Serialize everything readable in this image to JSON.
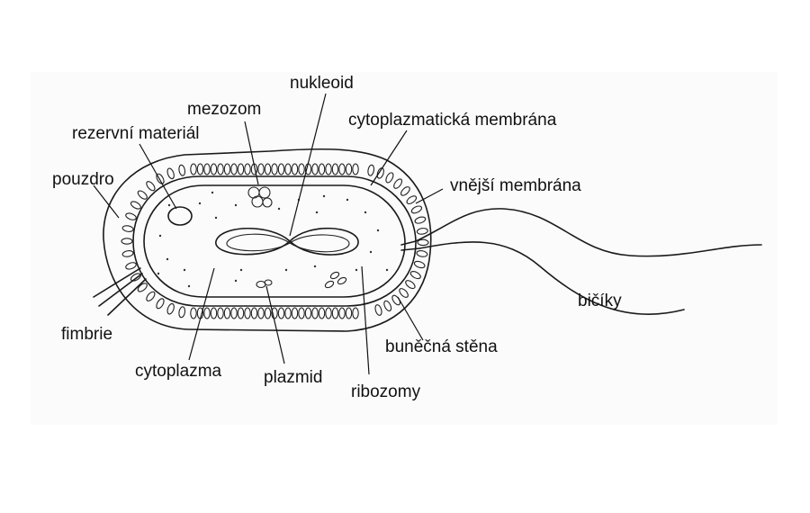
{
  "labels": {
    "nukleoid": "nukleoid",
    "mezozom": "mezozom",
    "rezervni_material": "rezervní materiál",
    "cytoplazmaticka_membrana": "cytoplazmatická membrána",
    "pouzdro": "pouzdro",
    "vnejsi_membrana": "vnější membrána",
    "bicky": "bičíky",
    "fimbrie": "fimbrie",
    "bunecna_stena": "buněčná stěna",
    "cytoplazma": "cytoplazma",
    "plazmid": "plazmid",
    "ribozomy": "ribozomy"
  },
  "colors": {
    "ink": "#1a1a1a",
    "paper": "#ffffff",
    "sketch_area": "#fbfbfb"
  }
}
